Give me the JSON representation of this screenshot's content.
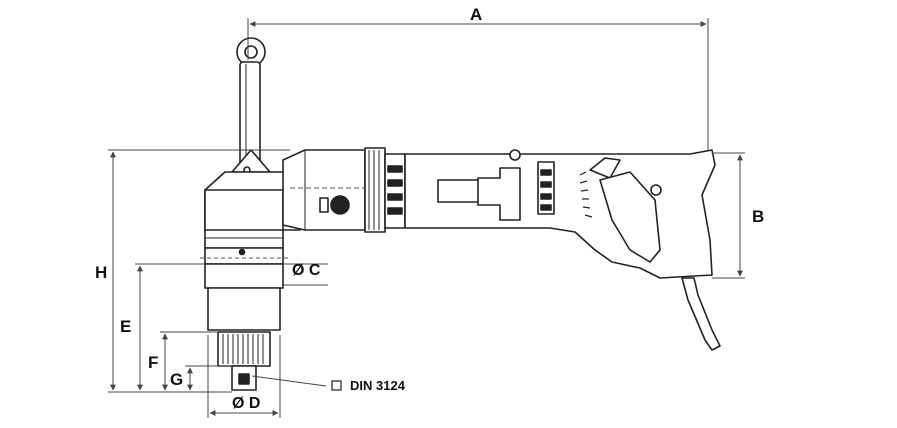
{
  "labels": {
    "A": "A",
    "B": "B",
    "C": "Ø C",
    "D": "Ø D",
    "E": "E",
    "F": "F",
    "G": "G",
    "H": "H",
    "din": "DIN 3124"
  },
  "colors": {
    "line": "#222222",
    "dim": "#444444",
    "fill": "#ffffff",
    "shade": "#d8d8d8"
  }
}
